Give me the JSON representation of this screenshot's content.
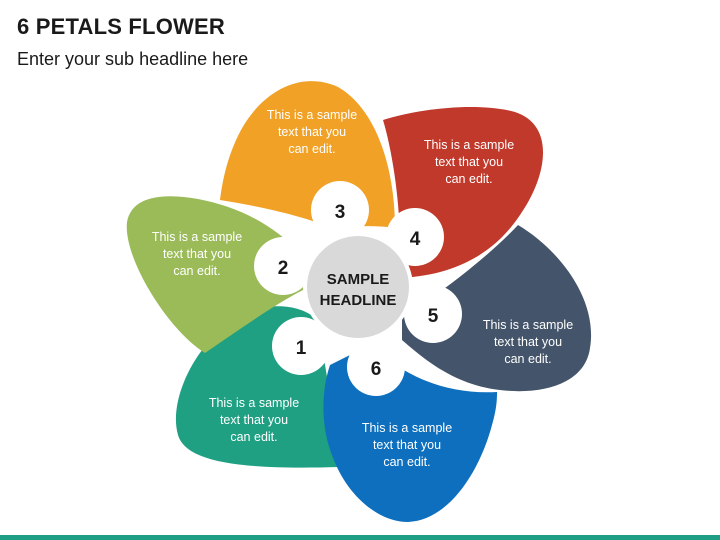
{
  "title": "6 PETALS FLOWER",
  "subtitle": "Enter your sub headline here",
  "center": {
    "line1": "SAMPLE",
    "line2": "HEADLINE"
  },
  "petals": [
    {
      "number": "1",
      "color": "#1fa082",
      "lines": [
        "This is a sample",
        "text that you",
        "can edit."
      ]
    },
    {
      "number": "2",
      "color": "#9bbb59",
      "lines": [
        "This is a sample",
        "text that you",
        "can edit."
      ]
    },
    {
      "number": "3",
      "color": "#f0a126",
      "lines": [
        "This is a sample",
        "text that you",
        "can edit."
      ]
    },
    {
      "number": "4",
      "color": "#c0392b",
      "lines": [
        "This is a sample",
        "text that you",
        "can edit."
      ]
    },
    {
      "number": "5",
      "color": "#44546a",
      "lines": [
        "This is a sample",
        "text that you",
        "can edit."
      ]
    },
    {
      "number": "6",
      "color": "#0d6fbd",
      "lines": [
        "This is a sample",
        "text that you",
        "can edit."
      ]
    }
  ]
}
